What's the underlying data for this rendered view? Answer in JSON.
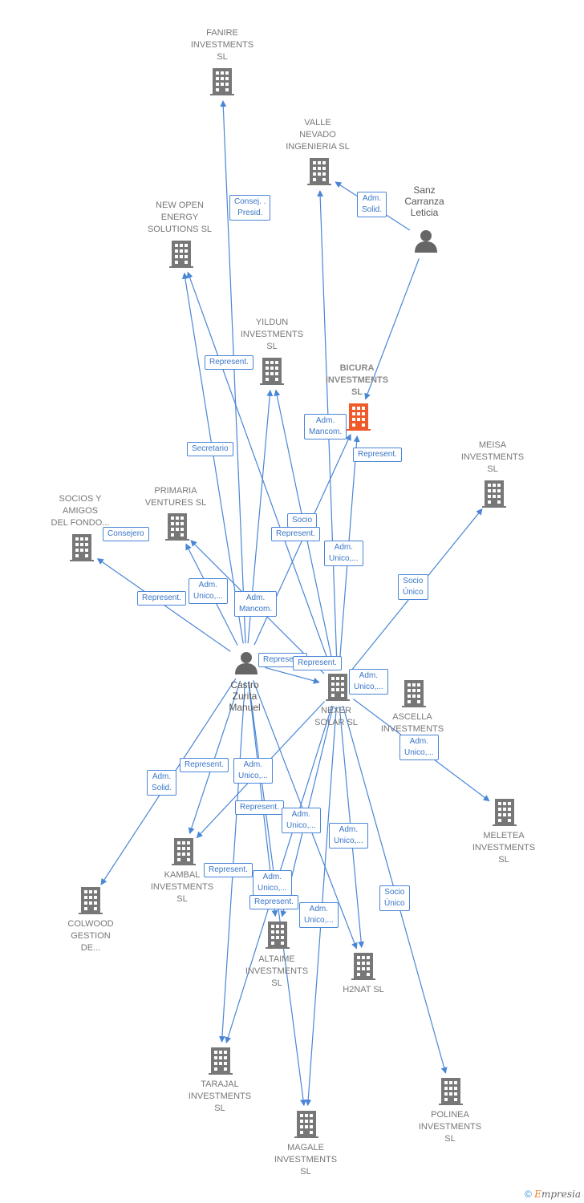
{
  "colors": {
    "edge": "#4a86d6",
    "building": "#777777",
    "focus": "#f05a2a",
    "person": "#666666"
  },
  "nodes": [
    {
      "id": "fanire",
      "label": "FANIRE\nINVESTMENTS\nSL",
      "type": "building"
    },
    {
      "id": "valle",
      "label": "VALLE\nNEVADO\nINGENIERIA SL",
      "type": "building"
    },
    {
      "id": "sanz",
      "label": "Sanz\nCarranza\nLeticia",
      "type": "person"
    },
    {
      "id": "newopen",
      "label": "NEW OPEN\nENERGY\nSOLUTIONS  SL",
      "type": "building"
    },
    {
      "id": "yildun",
      "label": "YILDUN\nINVESTMENTS\nSL",
      "type": "building"
    },
    {
      "id": "bicura",
      "label": "BICURA\nINVESTMENTS\nSL",
      "type": "focus"
    },
    {
      "id": "meisa",
      "label": "MEISA\nINVESTMENTS\nSL",
      "type": "building"
    },
    {
      "id": "socios",
      "label": "SOCIOS Y\nAMIGOS\nDEL FONDO...",
      "type": "building"
    },
    {
      "id": "primaria",
      "label": "PRIMARIA\nVENTURES SL",
      "type": "building"
    },
    {
      "id": "castro",
      "label": "Castro\nZurita\nManuel",
      "type": "person"
    },
    {
      "id": "nexer",
      "label": "NEXER\nSOLAR  SL",
      "type": "building"
    },
    {
      "id": "ascella",
      "label": "ASCELLA\nINVESTMENTS",
      "type": "building"
    },
    {
      "id": "meletea",
      "label": "MELETEA\nINVESTMENTS\nSL",
      "type": "building"
    },
    {
      "id": "kambal",
      "label": "KAMBAL\nINVESTMENTS\nSL",
      "type": "building"
    },
    {
      "id": "colwood",
      "label": "COLWOOD\nGESTION\nDE...",
      "type": "building"
    },
    {
      "id": "altaime",
      "label": "ALTAIME\nINVESTMENTS\nSL",
      "type": "building"
    },
    {
      "id": "h2nat",
      "label": "H2NAT  SL",
      "type": "building"
    },
    {
      "id": "tarajal",
      "label": "TARAJAL\nINVESTMENTS\nSL",
      "type": "building"
    },
    {
      "id": "polinea",
      "label": "POLINEA\nINVESTMENTS\nSL",
      "type": "building"
    },
    {
      "id": "magale",
      "label": "MAGALE\nINVESTMENTS\nSL",
      "type": "building"
    }
  ],
  "edges": [
    {
      "from": "castro",
      "to": "fanire"
    },
    {
      "from": "castro",
      "to": "newopen"
    },
    {
      "from": "castro",
      "to": "yildun"
    },
    {
      "from": "castro",
      "to": "bicura"
    },
    {
      "from": "castro",
      "to": "socios"
    },
    {
      "from": "castro",
      "to": "primaria"
    },
    {
      "from": "castro",
      "to": "nexer"
    },
    {
      "from": "castro",
      "to": "kambal"
    },
    {
      "from": "castro",
      "to": "colwood"
    },
    {
      "from": "castro",
      "to": "altaime"
    },
    {
      "from": "castro",
      "to": "h2nat"
    },
    {
      "from": "castro",
      "to": "tarajal"
    },
    {
      "from": "castro",
      "to": "magale"
    },
    {
      "from": "sanz",
      "to": "valle"
    },
    {
      "from": "sanz",
      "to": "bicura"
    },
    {
      "from": "nexer",
      "to": "valle"
    },
    {
      "from": "nexer",
      "to": "newopen"
    },
    {
      "from": "nexer",
      "to": "yildun"
    },
    {
      "from": "nexer",
      "to": "bicura"
    },
    {
      "from": "nexer",
      "to": "meisa"
    },
    {
      "from": "nexer",
      "to": "primaria"
    },
    {
      "from": "nexer",
      "to": "meletea"
    },
    {
      "from": "nexer",
      "to": "kambal"
    },
    {
      "from": "nexer",
      "to": "altaime"
    },
    {
      "from": "nexer",
      "to": "h2nat"
    },
    {
      "from": "nexer",
      "to": "tarajal"
    },
    {
      "from": "nexer",
      "to": "magale"
    },
    {
      "from": "nexer",
      "to": "polinea"
    }
  ],
  "edge_labels": [
    {
      "id": "consej-presid",
      "text": "Consej. .\nPresid."
    },
    {
      "id": "adm-solid-top",
      "text": "Adm.\nSolid."
    },
    {
      "id": "represent-1",
      "text": "Represent."
    },
    {
      "id": "adm-mancom-1",
      "text": "Adm.\nMancom."
    },
    {
      "id": "represent-2",
      "text": "Represent."
    },
    {
      "id": "secretario",
      "text": "Secretario"
    },
    {
      "id": "socio",
      "text": "Socio"
    },
    {
      "id": "represent-3",
      "text": "Represent."
    },
    {
      "id": "consejero",
      "text": "Consejero"
    },
    {
      "id": "adm-unico-1",
      "text": "Adm.\nUnico,..."
    },
    {
      "id": "socio-unico-1",
      "text": "Socio\nÚnico"
    },
    {
      "id": "adm-unico-2",
      "text": "Adm.\nUnico,..."
    },
    {
      "id": "adm-mancom-2",
      "text": "Adm.\nMancom."
    },
    {
      "id": "represent-4",
      "text": "Represent."
    },
    {
      "id": "represent-5",
      "text": "Represent."
    },
    {
      "id": "represent-6",
      "text": "Represent."
    },
    {
      "id": "adm-unico-3",
      "text": "Adm.\nUnico,..."
    },
    {
      "id": "adm-unico-4",
      "text": "Adm.\nUnico,..."
    },
    {
      "id": "adm-solid-2",
      "text": "Adm.\nSolid."
    },
    {
      "id": "represent-7",
      "text": "Represent."
    },
    {
      "id": "adm-unico-5",
      "text": "Adm.\nUnico,..."
    },
    {
      "id": "represent-8",
      "text": "Represent."
    },
    {
      "id": "adm-unico-6",
      "text": "Adm.\nUnico,..."
    },
    {
      "id": "adm-unico-7",
      "text": "Adm.\nUnico,..."
    },
    {
      "id": "represent-9",
      "text": "Represent."
    },
    {
      "id": "adm-unico-8",
      "text": "Adm.\nUnico,..."
    },
    {
      "id": "socio-unico-2",
      "text": "Socio\nÚnico"
    },
    {
      "id": "represent-10",
      "text": "Represent."
    },
    {
      "id": "adm-unico-9",
      "text": "Adm.\nUnico,..."
    }
  ],
  "footer": {
    "copyright": "©",
    "brand_first": "E",
    "brand_rest": "mpresia"
  }
}
